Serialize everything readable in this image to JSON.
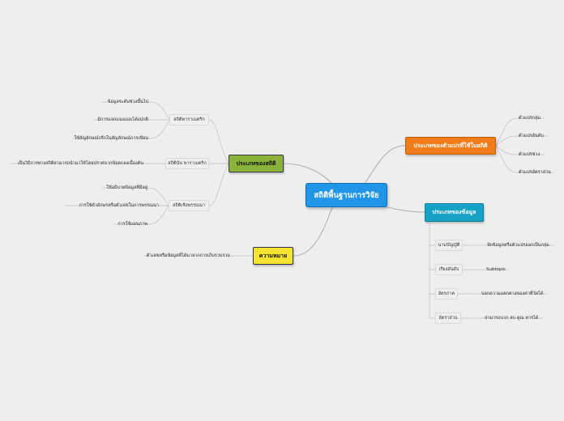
{
  "center": {
    "label": "สถิติพื้นฐานการวิจัย",
    "color": "#2196e8"
  },
  "branches": {
    "stats_types": {
      "label": "ประเภทของสถิติ",
      "color": "#8bb33a",
      "subs": {
        "param": {
          "label": "สถิติพาราเมตริก",
          "leaves": [
            "ข้อมูลระดับช่วงขึ้นไป",
            "มีการแจกแจงแบบโค้งปกติ",
            "ใช้สัญลักษณ์กรีกในสัญลักษณ์การเขียน"
          ]
        },
        "nonparam": {
          "label": "สถิตินัน พาราเมตริก",
          "leaves": [
            "เป็นวิธีการทางสถิติสามารถนำมาใช้โดยปราศจากข้อตกลงเบื้องต้น"
          ]
        },
        "descriptive": {
          "label": "สถิติเชิงพรรณนา",
          "leaves": [
            "ใช้อธิบายข้อมูลที่มีอยู่",
            "การใช้ตัวอักษรหรือตัวเลขในการพรรณนา",
            "การใช้แผนภาพ"
          ]
        }
      }
    },
    "meaning": {
      "label": "ความหมาย",
      "color": "#f7e332",
      "leaves": [
        "ตัวเลขหรือข้อมูลที่ได้มาจากการเก็บรวบรวม"
      ]
    },
    "variables": {
      "label": "ประเภทของตัวแปรที่ใช้ในสถิติ",
      "color": "#f07c1a",
      "leaves": [
        "ตัวแปรกลุ่ม",
        "ตัวแปรอันดับ",
        "ตัวแปรช่วง",
        "ตัวแปรอัตราส่วน"
      ]
    },
    "data_types": {
      "label": "ประเภทของข้อมูล",
      "color": "#16a2c4",
      "subs": [
        {
          "label": "นามบัญญัติ",
          "leaf": "จัดข้อมูลหรือตัวแปรออกเป็นกลุ่ม"
        },
        {
          "label": "เรียงอันดับ",
          "leaf": "Subtopic"
        },
        {
          "label": "อัตรภาค",
          "leaf": "บอกความแตกต่างของค่าที่วัดได้"
        },
        {
          "label": "อัตราส่วน",
          "leaf": "สามารถบวก ลบ คูณ หารได้"
        }
      ]
    }
  }
}
